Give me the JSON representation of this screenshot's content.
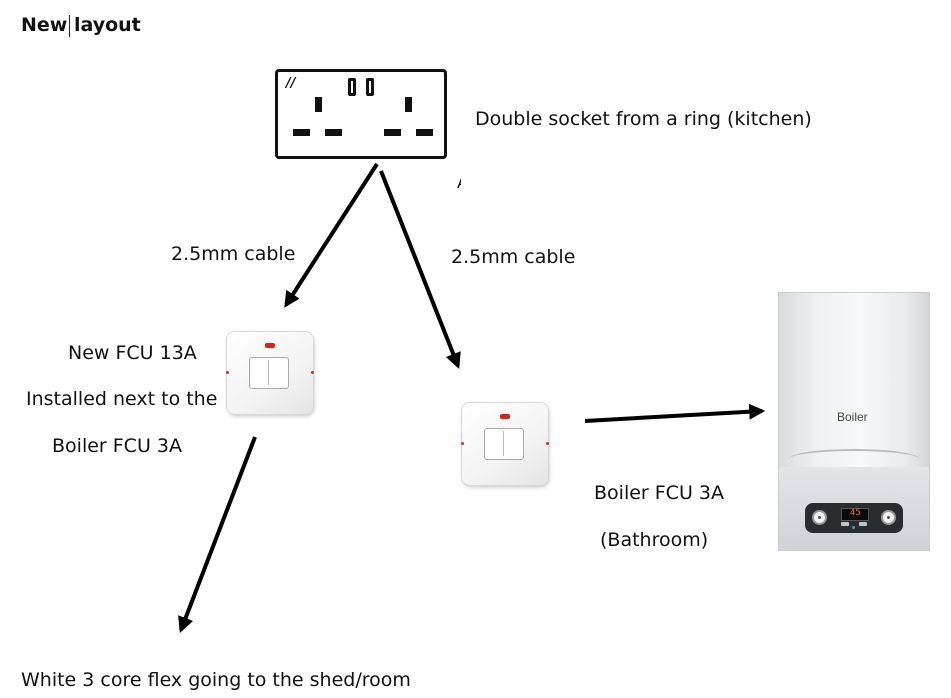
{
  "title": "New layout",
  "socket_label": "Double socket from a ring (kitchen)",
  "stray_mark": "A",
  "cable_label_left": "2.5mm cable",
  "cable_label_right": "2.5mm cable",
  "new_fcu": {
    "line1": "New FCU 13A",
    "line2": "Installed next to the",
    "line3": "Boiler FCU 3A"
  },
  "boiler_fcu": {
    "line1": "Boiler FCU 3A",
    "line2": "(Bathroom)"
  },
  "boiler_brand": "Boiler",
  "boiler_display": "45",
  "flex_label": "White 3 core flex going to the shed/room",
  "icons": [
    "double-socket-icon",
    "fcu-icon",
    "boiler-icon",
    "arrow-icon"
  ],
  "colors": {
    "arrow": "#000000",
    "neon": "#e02010",
    "display_text": "#f07010"
  }
}
